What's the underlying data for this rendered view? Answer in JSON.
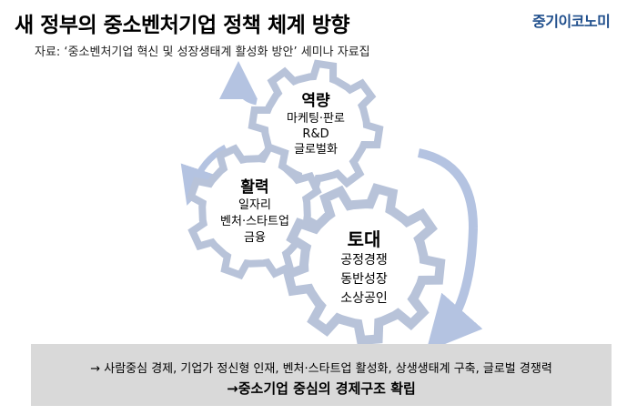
{
  "header": {
    "title": "새 정부의 중소벤처기업 정책 체계 방향",
    "logo": "중기이코노미",
    "source": "자료: ‘중소벤처기업 혁신 및 성장생태계 활성화 방안’ 세미나 자료집"
  },
  "gears": {
    "capability": {
      "title": "역량",
      "lines": [
        "마케팅·판로",
        "R&D",
        "글로벌화"
      ]
    },
    "vitality": {
      "title": "활력",
      "lines": [
        "일자리",
        "벤처·스타트업",
        "금융"
      ]
    },
    "foundation": {
      "title": "토대",
      "lines": [
        "공정경쟁",
        "동반성장",
        "소상공인"
      ]
    }
  },
  "summary": {
    "line1": "→ 사람중심 경제, 기업가 정신형 인재, 벤처·스타트업 활성화, 상생생태계 구축, 글로벌 경쟁력",
    "line2": "→중소기업 중심의 경제구조 확립"
  },
  "colors": {
    "gear_fill": "#ffffff",
    "gear_stroke": "#b8c3d9",
    "arrow": "#b4c3e1",
    "summary_bg": "#d9d9d9",
    "logo": "#1f4e8c"
  }
}
